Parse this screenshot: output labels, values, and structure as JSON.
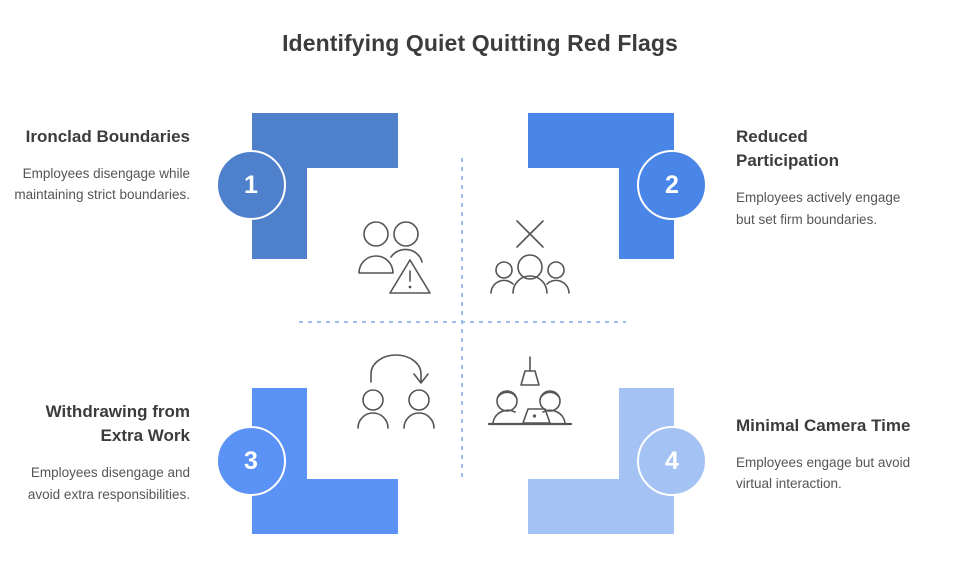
{
  "header": {
    "title": "Identifying Quiet Quitting Red Flags"
  },
  "colors": {
    "shape_1": "#4e80cc",
    "shape_2": "#4a86e8",
    "shape_3": "#5b92f5",
    "shape_4": "#a4c2f4",
    "divider": "#9bbcf0",
    "title_text": "#3c3c3c",
    "body_text": "#555555",
    "circle_border": "#ffffff"
  },
  "dividers": {
    "vertical": "dotted-vertical-divider",
    "horizontal": "dotted-horizontal-divider"
  },
  "quadrants": [
    {
      "number": "1",
      "heading": "Ironclad Boundaries",
      "description": "Employees disengage while maintaining strict boundaries.",
      "icon": "people-warning-icon",
      "color": "#4e80cc",
      "position": "top-left"
    },
    {
      "number": "2",
      "heading": "Reduced Participation",
      "description": "Employees actively engage but set firm boundaries.",
      "icon": "group-excluded-icon",
      "color": "#4a86e8",
      "position": "top-right"
    },
    {
      "number": "3",
      "heading": "Withdrawing from Extra Work",
      "description": "Employees disengage and avoid extra responsibilities.",
      "icon": "task-handover-arrow-icon",
      "color": "#5b92f5",
      "position": "bottom-left"
    },
    {
      "number": "4",
      "heading": "Minimal Camera Time",
      "description": "Employees engage but avoid virtual interaction.",
      "icon": "desk-laptop-lamp-icon",
      "color": "#a4c2f4",
      "position": "bottom-right"
    }
  ]
}
